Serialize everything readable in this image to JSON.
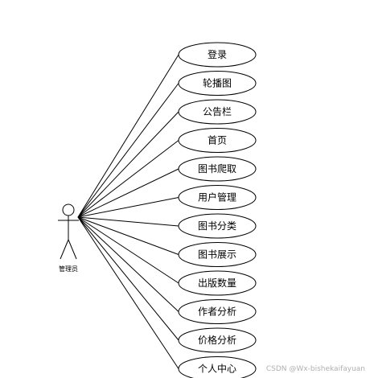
{
  "actor": {
    "label": "管理员"
  },
  "use_cases": [
    {
      "label": "登录"
    },
    {
      "label": "轮播图"
    },
    {
      "label": "公告栏"
    },
    {
      "label": "首页"
    },
    {
      "label": "图书爬取"
    },
    {
      "label": "用户管理"
    },
    {
      "label": "图书分类"
    },
    {
      "label": "图书展示"
    },
    {
      "label": "出版数量"
    },
    {
      "label": "作者分析"
    },
    {
      "label": "价格分析"
    },
    {
      "label": "个人中心"
    }
  ],
  "watermark": "CSDN @Wx-bishekaifayuan",
  "colors": {
    "stroke": "#000000",
    "background": "#ffffff",
    "watermark": "#b0b0b0"
  }
}
